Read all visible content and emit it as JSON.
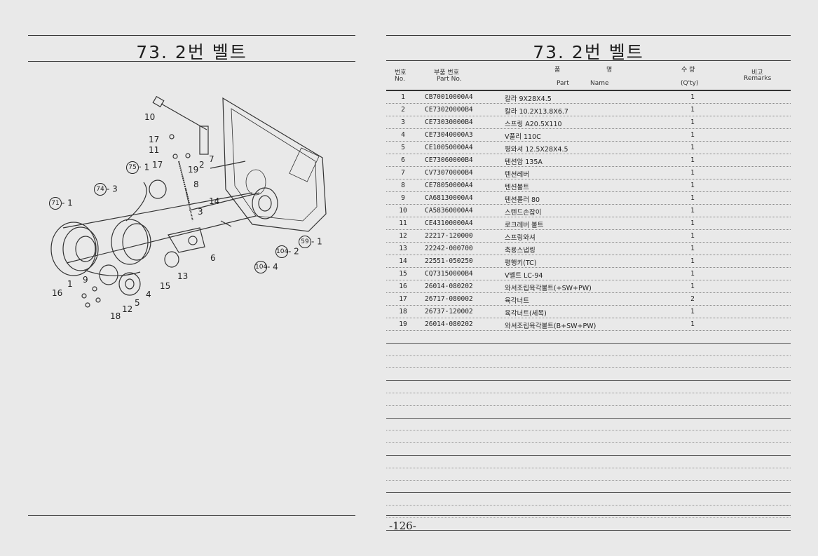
{
  "left_title": "73. 2번 벨트",
  "right_title": "73. 2번 벨트",
  "header": {
    "no_ko": "번호",
    "no_en": "No.",
    "part_ko": "부품 번호",
    "part_en": "Part No.",
    "name_ko_1": "품",
    "name_ko_2": "명",
    "name_en_1": "Part",
    "name_en_2": "Name",
    "qty_ko": "수 량",
    "qty_en": "(Q'ty)",
    "remarks_ko": "비고",
    "remarks_en": "Remarks"
  },
  "rows": [
    {
      "no": "1",
      "part": "CB70010000A4",
      "name": "칼라 9X28X4.5",
      "qty": "1"
    },
    {
      "no": "2",
      "part": "CE73020000B4",
      "name": "칼라 10.2X13.8X6.7",
      "qty": "1"
    },
    {
      "no": "3",
      "part": "CE73030000B4",
      "name": "스프링 A20.5X110",
      "qty": "1"
    },
    {
      "no": "4",
      "part": "CE73040000A3",
      "name": "V풀리 110C",
      "qty": "1"
    },
    {
      "no": "5",
      "part": "CE10050000A4",
      "name": "평와셔 12.5X28X4.5",
      "qty": "1"
    },
    {
      "no": "6",
      "part": "CE73060000B4",
      "name": "텐션암 135A",
      "qty": "1"
    },
    {
      "no": "7",
      "part": "CV73070000B4",
      "name": "텐션레버",
      "qty": "1"
    },
    {
      "no": "8",
      "part": "CE78050000A4",
      "name": "텐션볼트",
      "qty": "1"
    },
    {
      "no": "9",
      "part": "CA68130000A4",
      "name": "텐션롤러 80",
      "qty": "1"
    },
    {
      "no": "10",
      "part": "CA58360000A4",
      "name": "스텐드손잡이",
      "qty": "1"
    },
    {
      "no": "11",
      "part": "CE43100000A4",
      "name": "로크레버 볼트",
      "qty": "1"
    },
    {
      "no": "12",
      "part": "22217-120000",
      "name": "스프링와셔",
      "qty": "1"
    },
    {
      "no": "13",
      "part": "22242-000700",
      "name": "축용스냅링",
      "qty": "1"
    },
    {
      "no": "14",
      "part": "22551-050250",
      "name": "평행키(TC)",
      "qty": "1"
    },
    {
      "no": "15",
      "part": "CQ73150000B4",
      "name": "V벨트 LC-94",
      "qty": "1"
    },
    {
      "no": "16",
      "part": "26014-080202",
      "name": "와셔조립육각볼트(+SW+PW)",
      "qty": "1"
    },
    {
      "no": "17",
      "part": "26717-080002",
      "name": "육각너트",
      "qty": "2"
    },
    {
      "no": "18",
      "part": "26737-120002",
      "name": "육각너트(세목)",
      "qty": "1"
    },
    {
      "no": "19",
      "part": "26014-080202",
      "name": "와셔조립육각볼트(B+SW+PW)",
      "qty": "1"
    }
  ],
  "callouts": {
    "c10": "10",
    "c17a": "17",
    "c11": "11",
    "c17b": "17",
    "c75": "75",
    "c75n": "· 1",
    "c19": "19",
    "c2": "2",
    "c7": "7",
    "c74": "74",
    "c74n": "- 3",
    "c8": "8",
    "c71": "71",
    "c71n": "- 1",
    "c14": "14",
    "c3": "3",
    "c59": "59",
    "c59n": "- 1",
    "c104a": "104",
    "c104an": "- 2",
    "c6": "6",
    "c104b": "104",
    "c104bn": "- 4",
    "c13": "13",
    "c9": "9",
    "c1": "1",
    "c15": "15",
    "c16": "16",
    "c4": "4",
    "c5": "5",
    "c12": "12",
    "c18": "18"
  },
  "page_number": "-126-"
}
